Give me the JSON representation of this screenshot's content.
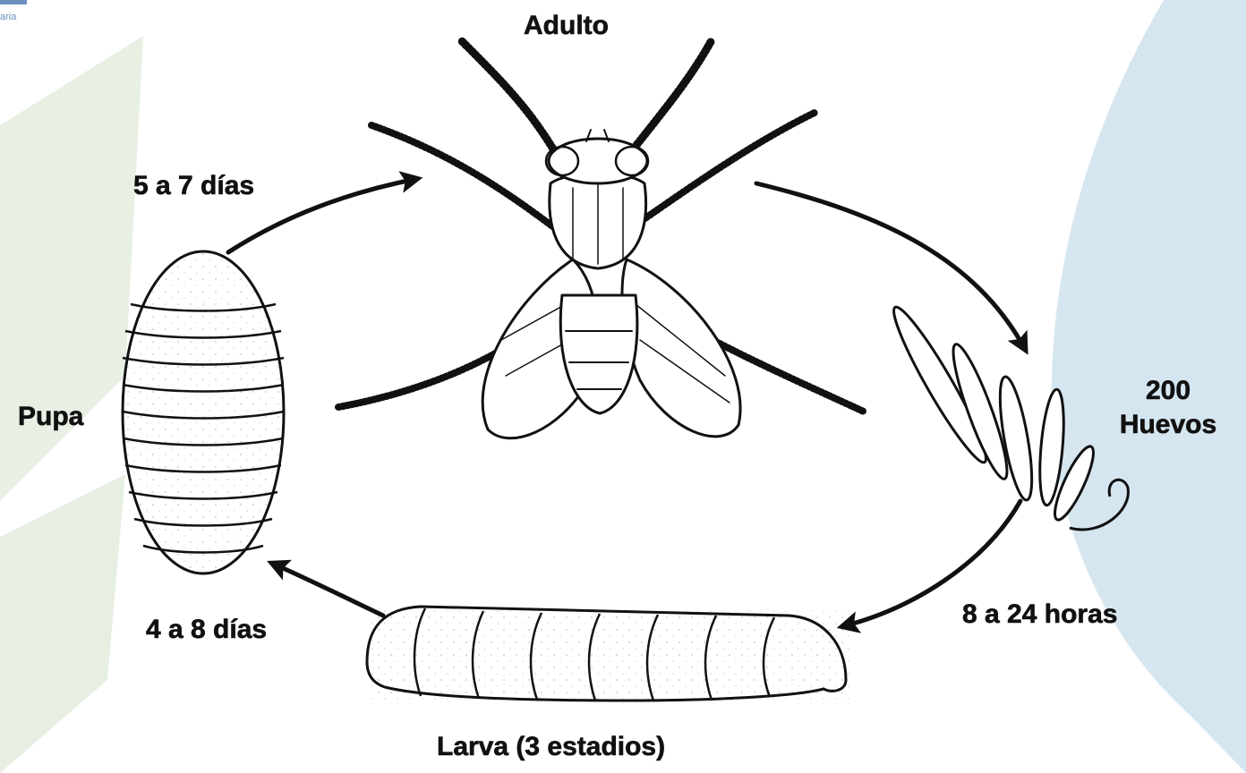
{
  "colors": {
    "background": "#ffffff",
    "watermark_green": "#e8f0e4",
    "watermark_blue": "#d6e6f0",
    "ink": "#111111"
  },
  "header": {
    "logo_caption": "aria"
  },
  "stages": {
    "adult": "Adulto",
    "eggs_count": "200",
    "eggs_label": "Huevos",
    "larva": "Larva (3 estadios)",
    "pupa": "Pupa"
  },
  "durations": {
    "pupa_to_adult": "5 a 7 días",
    "eggs_to_larva": "8 a 24 horas",
    "larva_to_pupa": "4 a 8 días"
  }
}
